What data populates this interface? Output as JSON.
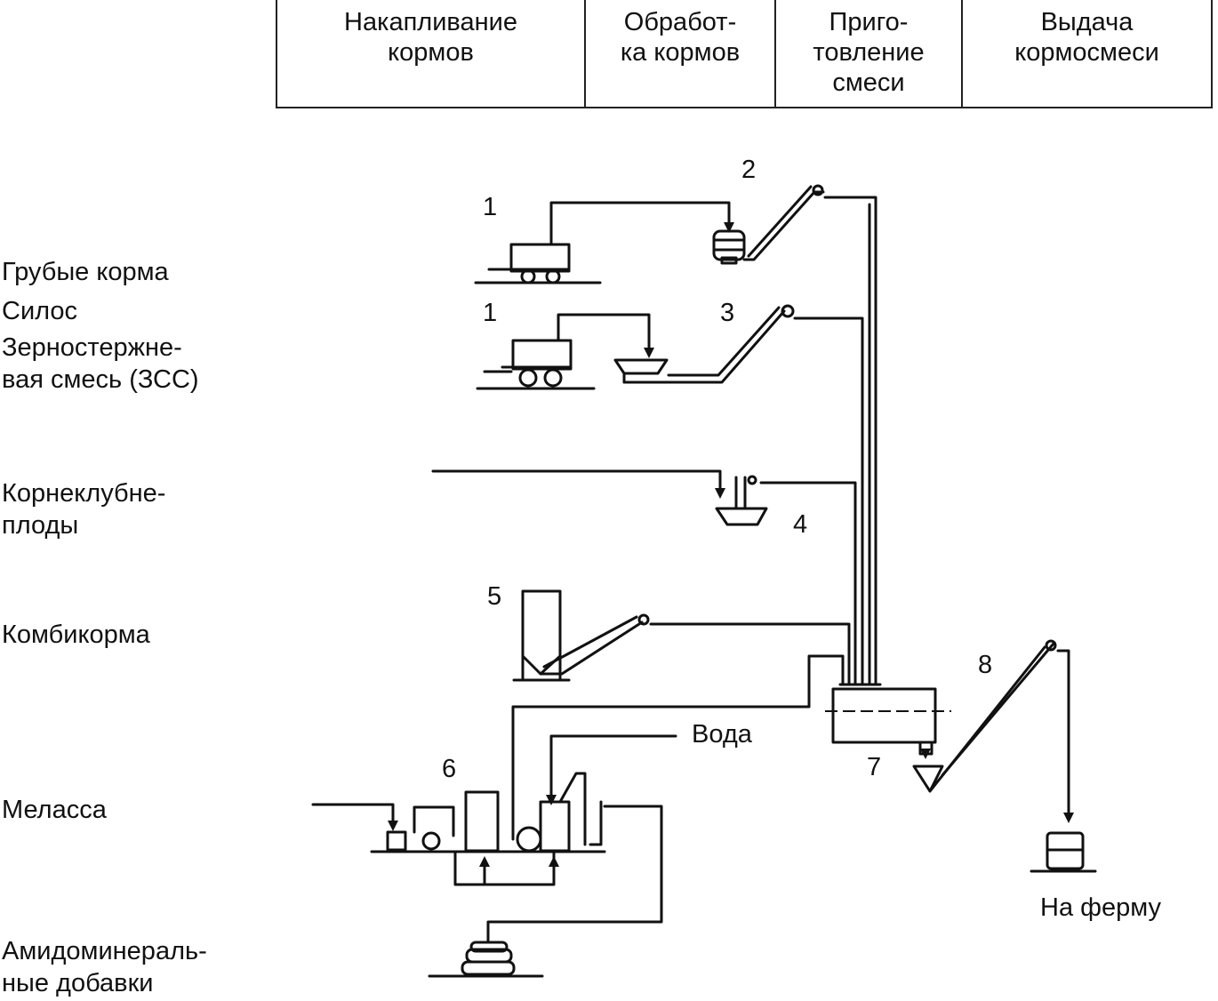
{
  "header": {
    "stages": [
      "Накапливание\nкормов",
      "Обработ-\nка кормов",
      "Приго-\nтовление\nсмеси",
      "Выдача\nкормосмеси"
    ]
  },
  "feeds": {
    "rough": "Грубые корма",
    "silage": "Силос",
    "grain_mix": "Зерностержне-\nвая смесь (ЗСС)",
    "roots": "Корнеклубне-\nплоды",
    "compound": "Комбикорма",
    "molasses": "Меласса",
    "additives": "Амидоминераль-\nные добавки"
  },
  "numbers": {
    "n1a": "1",
    "n1b": "1",
    "n2": "2",
    "n3": "3",
    "n4": "4",
    "n5": "5",
    "n6": "6",
    "n7": "7",
    "n8": "8"
  },
  "labels": {
    "water": "Вода",
    "to_farm": "На ферму"
  }
}
